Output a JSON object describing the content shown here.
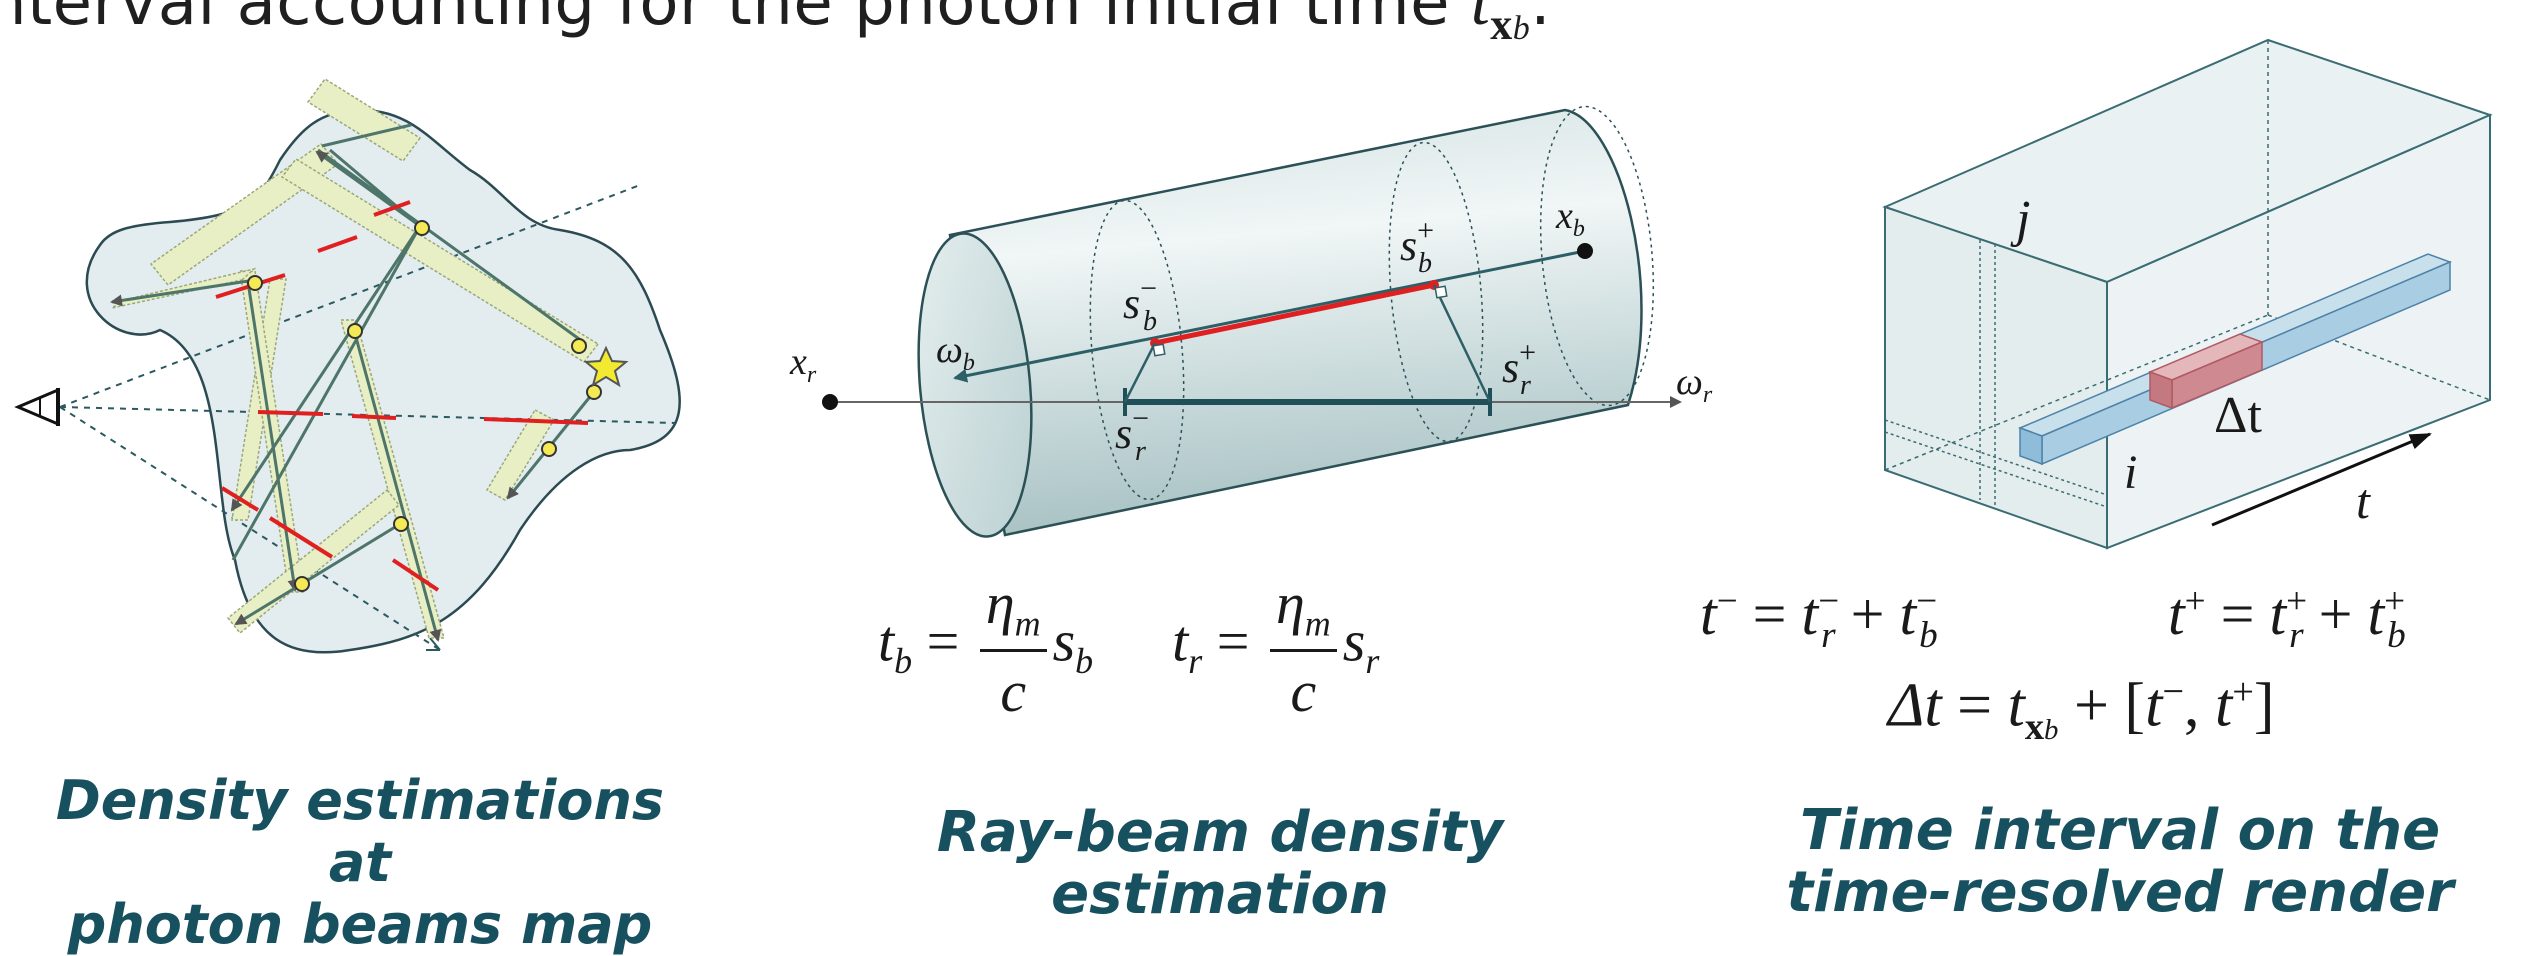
{
  "caption": {
    "text": "nterval accounting for the photon initial time",
    "math_t": "t",
    "math_sub_x": "x",
    "math_sub_b": "b",
    "period": "."
  },
  "left_panel": {
    "label_line1": "Density  estimations at",
    "label_line2": "photon beams map"
  },
  "middle_panel": {
    "labels": {
      "x_r": "x",
      "x_r_sub": "r",
      "x_b": "x",
      "x_b_sub": "b",
      "omega_b": "ω",
      "omega_b_sub": "b",
      "omega_r": "ω",
      "omega_r_sub": "r",
      "s_b_minus": "s",
      "s_b_minus_sub": "b",
      "s_b_minus_sup": "−",
      "s_b_plus": "s",
      "s_b_plus_sub": "b",
      "s_b_plus_sup": "+",
      "s_r_minus": "s",
      "s_r_minus_sub": "r",
      "s_r_minus_sup": "−",
      "s_r_plus": "s",
      "s_r_plus_sub": "r",
      "s_r_plus_sup": "+"
    },
    "equation": {
      "tb": "t",
      "tb_sub": "b",
      "eq": "=",
      "num": "η",
      "num_sub": "m",
      "den": "c",
      "sb": "s",
      "sb_sub": "b",
      "tr": "t",
      "tr_sub": "r",
      "num2": "η",
      "num2_sub": "m",
      "den2": "c",
      "sr": "s",
      "sr_sub": "r"
    },
    "label": "Ray-beam density estimation"
  },
  "right_panel": {
    "labels": {
      "j": "j",
      "i": "i",
      "dt": "Δt",
      "t": "t"
    },
    "eq1": "t<sup>−</sup> = t<sub>r</sub><sup>−</sup> + t<sub>b</sub><sup>−</sup>",
    "eq1_parts": {
      "lhs": "t",
      "lhs_sup": "−",
      "eq": "=",
      "a": "t",
      "a_sub": "r",
      "a_sup": "−",
      "plus": "+",
      "b": "t",
      "b_sub": "b",
      "b_sup": "−"
    },
    "eq2_parts": {
      "lhs": "t",
      "lhs_sup": "+",
      "eq": "=",
      "a": "t",
      "a_sub": "r",
      "a_sup": "+",
      "plus": "+",
      "b": "t",
      "b_sub": "b",
      "b_sup": "+"
    },
    "eq3_parts": {
      "lhs": "Δt",
      "eq": "=",
      "t": "t",
      "t_sub_x": "x",
      "t_sub_b": "b",
      "plus": "+",
      "interval_open": "[",
      "tm": "t",
      "tm_sup": "−",
      "comma": ",",
      "tp": "t",
      "tp_sup": "+",
      "interval_close": "]"
    },
    "label_line1": "Time interval on the",
    "label_line2": "time-resolved render"
  },
  "colors": {
    "title_teal": "#17505f",
    "beam_fill": "#e8efc4",
    "medium_fill": "#e3ecef",
    "red": "#e02020",
    "cyl_dark": "#1f5058",
    "box_blue": "#a9cde3",
    "box_red": "#cf8a91"
  }
}
